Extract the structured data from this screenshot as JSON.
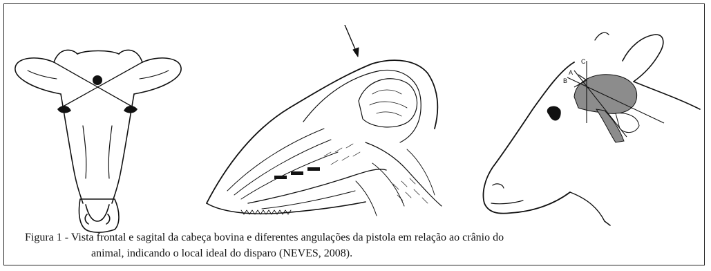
{
  "figure": {
    "caption_line1": "Figura 1 - Vista frontal e sagital da cabeça bovina e diferentes angulações da pistola em relação ao crânio do",
    "caption_line2": "animal, indicando o local ideal do disparo (NEVES, 2008).",
    "angle_labels": [
      "A",
      "B",
      "C"
    ],
    "colors": {
      "brain_fill": "#8c8c8c",
      "line": "#111111"
    }
  }
}
